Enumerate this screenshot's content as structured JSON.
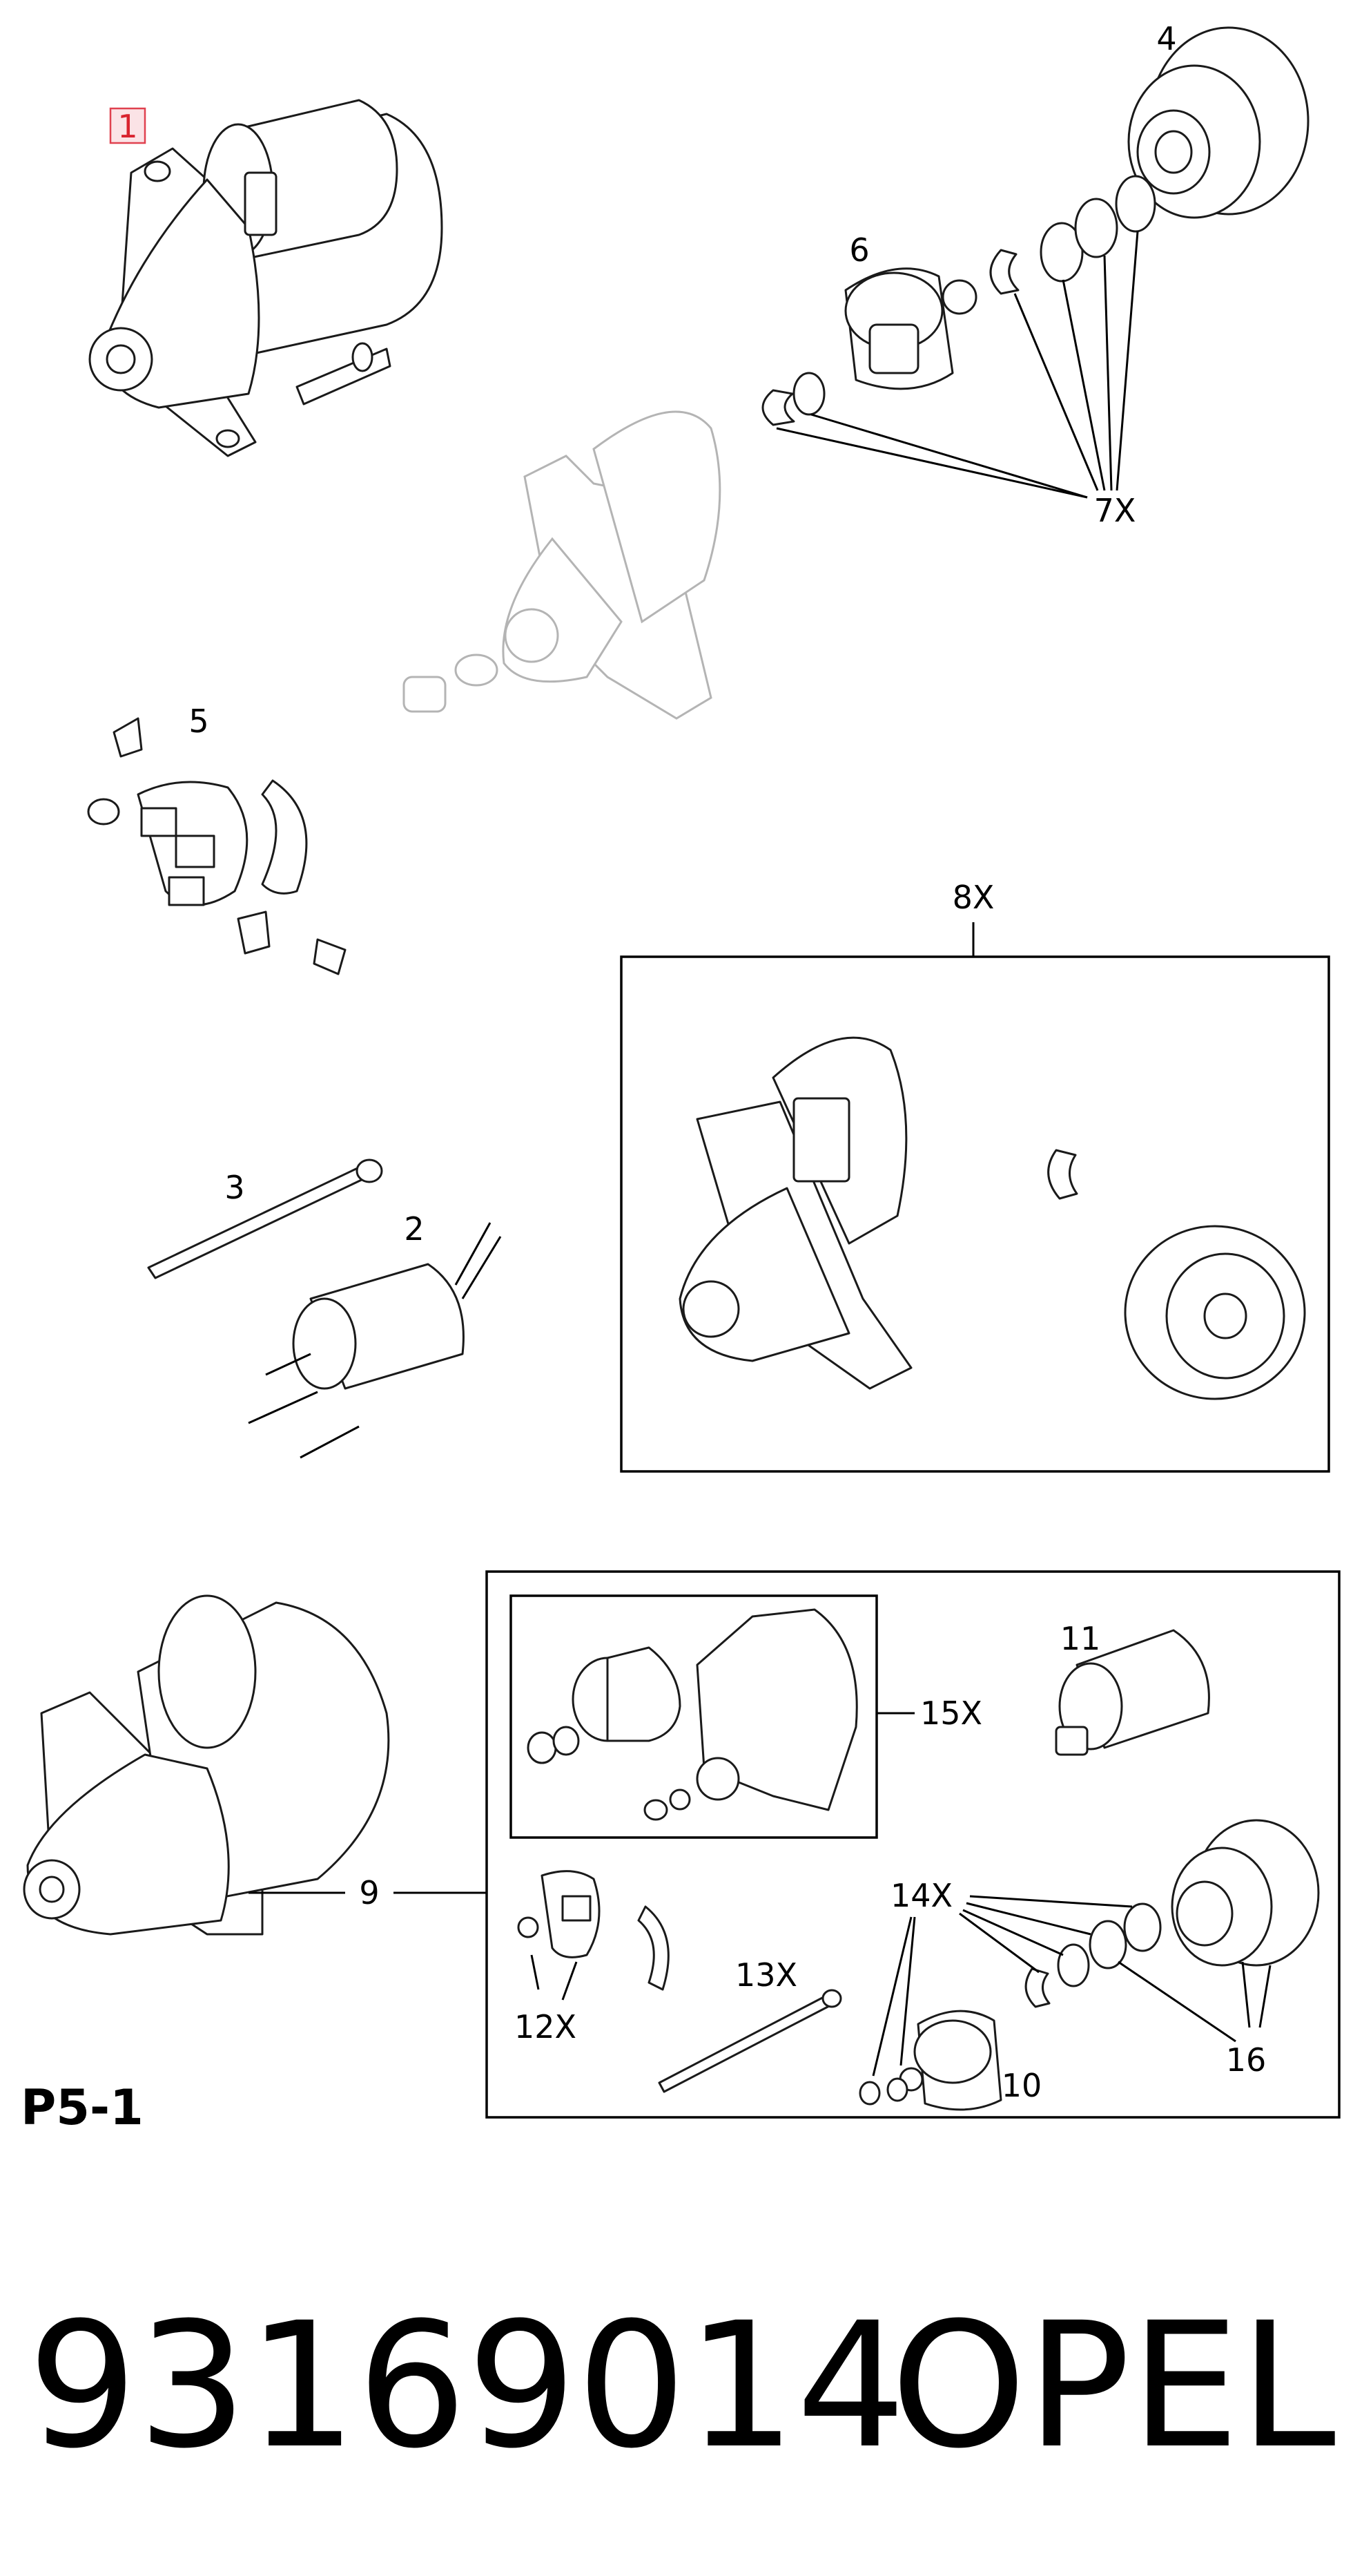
{
  "callouts": {
    "c1": "1",
    "c2": "2",
    "c3": "3",
    "c4": "4",
    "c5": "5",
    "c6": "6",
    "c7": "7X",
    "c8": "8X",
    "c9": "9",
    "c10": "10",
    "c11": "11",
    "c12": "12X",
    "c13": "13X",
    "c14": "14X",
    "c15": "15X",
    "c16": "16"
  },
  "page_code": "P5-1",
  "footer": {
    "part_number": "93169014",
    "brand": "OPEL"
  },
  "colors": {
    "highlight_border": "#e0414f",
    "highlight_fill": "#fbe3e6",
    "line": "#000000",
    "ghost_part": "#b4b4b4"
  }
}
